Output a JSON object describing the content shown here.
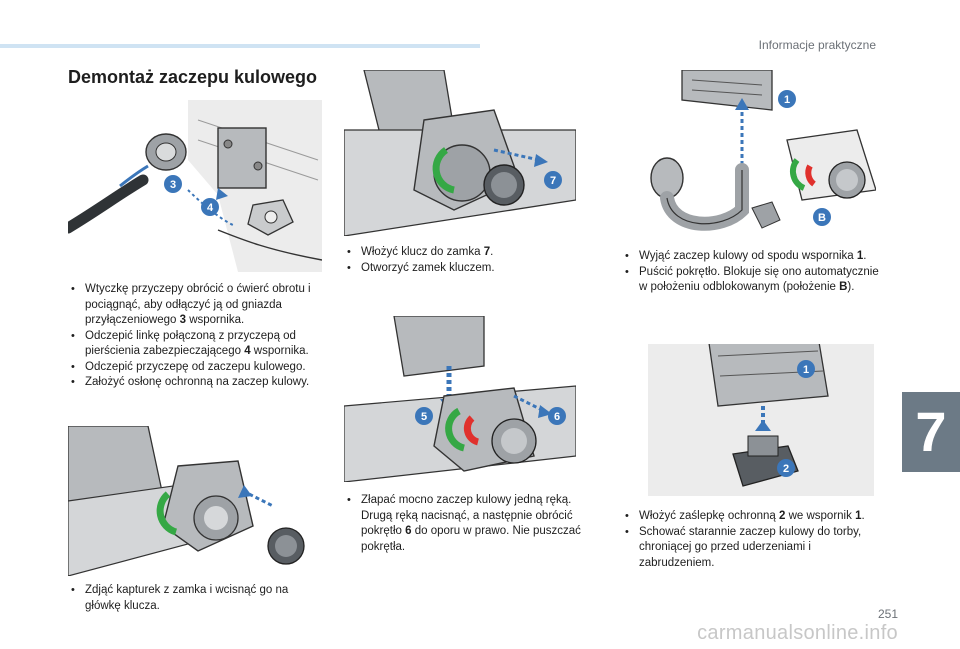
{
  "header": {
    "section_title": "Informacje praktyczne",
    "chapter_number": "7",
    "page_number": "251",
    "watermark": "carmanualsonline.info"
  },
  "heading": "Demontaż zaczepu kulowego",
  "colors": {
    "callout_blue": "#3b76b9",
    "lock_green": "#35a845",
    "lock_red": "#e0312d",
    "metal_grey": "#b7babd",
    "header_bar": "#cfe3f3",
    "tab_grey": "#6c7a86"
  },
  "figures": {
    "fig1": {
      "callouts": [
        "3",
        "4"
      ]
    },
    "fig2": {
      "callouts": [
        "7"
      ]
    },
    "fig3": {
      "callouts": [
        "1",
        "B"
      ]
    },
    "fig4": {
      "callouts": []
    },
    "fig5": {
      "callouts": [
        "5",
        "6"
      ]
    },
    "fig6": {
      "callouts": [
        "1",
        "2"
      ]
    }
  },
  "steps": {
    "col1_a": [
      {
        "pre": "Wtyczkę przyczepy obrócić o ćwierć obrotu i pociągnąć, aby odłączyć ją od gniazda przyłączeniowego ",
        "ref": "3",
        "post": " wspornika."
      },
      {
        "pre": "Odczepić linkę połączoną z przyczepą od pierścienia zabezpieczającego ",
        "ref": "4",
        "post": " wspornika."
      },
      {
        "pre": "Odczepić przyczepę od zaczepu kulowego.",
        "ref": "",
        "post": ""
      },
      {
        "pre": "Założyć osłonę ochronną na zaczep kulowy.",
        "ref": "",
        "post": ""
      }
    ],
    "col1_b": [
      {
        "pre": "Zdjąć kapturek z zamka i wcisnąć go na główkę klucza.",
        "ref": "",
        "post": ""
      }
    ],
    "col2_a": [
      {
        "pre": "Włożyć klucz do zamka ",
        "ref": "7",
        "post": "."
      },
      {
        "pre": "Otworzyć zamek kluczem.",
        "ref": "",
        "post": ""
      }
    ],
    "col2_b": [
      {
        "pre": "Złapać mocno zaczep kulowy jedną ręką. Drugą ręką nacisnąć, a następnie obrócić pokrętło ",
        "ref": "6",
        "post": " do oporu w prawo. Nie puszczać pokrętła."
      }
    ],
    "col3_a": [
      {
        "pre": "Wyjąć zaczep kulowy od spodu wspornika ",
        "ref": "1",
        "post": "."
      },
      {
        "pre": "Puścić pokrętło. Blokuje się ono automatycznie w położeniu odblokowanym (położenie ",
        "ref": "B",
        "post": ")."
      }
    ],
    "col3_b": [
      {
        "pre": "Włożyć zaślepkę ochronną ",
        "ref": "2",
        "post": " we wspornik ",
        "ref2": "1",
        "post2": "."
      },
      {
        "pre": "Schować starannie zaczep kulowy do torby, chroniącej go przed uderzeniami i zabrudzeniem.",
        "ref": "",
        "post": ""
      }
    ]
  }
}
